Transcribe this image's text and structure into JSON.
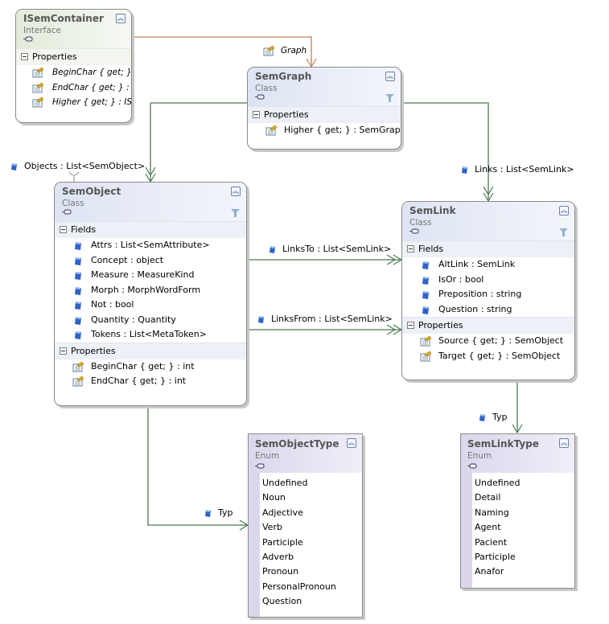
{
  "diagram": {
    "types": {
      "isemcontainer": {
        "name": "ISemContainer",
        "kind": "Interface",
        "sections": [
          {
            "label": "Properties",
            "members": [
              "BeginChar { get; }...",
              "EndChar { get; } : int",
              "Higher { get; } : ISe..."
            ]
          }
        ]
      },
      "semgraph": {
        "name": "SemGraph",
        "kind": "Class",
        "sections": [
          {
            "label": "Properties",
            "members": [
              "Higher { get; } : SemGraph"
            ]
          }
        ]
      },
      "semobject": {
        "name": "SemObject",
        "kind": "Class",
        "sections": [
          {
            "label": "Fields",
            "members": [
              "Attrs : List<SemAttribute>",
              "Concept : object",
              "Measure : MeasureKind",
              "Morph : MorphWordForm",
              "Not : bool",
              "Quantity : Quantity",
              "Tokens : List<MetaToken>"
            ]
          },
          {
            "label": "Properties",
            "members": [
              "BeginChar { get; } : int",
              "EndChar { get; } : int"
            ]
          }
        ]
      },
      "semlink": {
        "name": "SemLink",
        "kind": "Class",
        "sections": [
          {
            "label": "Fields",
            "members": [
              "AltLink : SemLink",
              "IsOr : bool",
              "Preposition : string",
              "Question : string"
            ]
          },
          {
            "label": "Properties",
            "members": [
              "Source { get; } : SemObject",
              "Target { get; } : SemObject"
            ]
          }
        ]
      },
      "semobjecttype": {
        "name": "SemObjectType",
        "kind": "Enum",
        "values": [
          "Undefined",
          "Noun",
          "Adjective",
          "Verb",
          "Participle",
          "Adverb",
          "Pronoun",
          "PersonalPronoun",
          "Question"
        ]
      },
      "semlinktype": {
        "name": "SemLinkType",
        "kind": "Enum",
        "values": [
          "Undefined",
          "Detail",
          "Naming",
          "Agent",
          "Pacient",
          "Participle",
          "Anafor"
        ]
      }
    },
    "associations": {
      "graph": "Graph",
      "objects": "Objects : List<SemObject>",
      "links": "Links : List<SemLink>",
      "links_to": "LinksTo : List<SemLink>",
      "links_from": "LinksFrom : List<SemLink>",
      "obj_typ": "Typ",
      "link_typ": "Typ"
    },
    "icons": {
      "collapse": "double-chevron-up-icon",
      "filter": "filter-icon",
      "lollipop": "interface-lollipop-icon",
      "field": "field-icon",
      "property": "property-icon",
      "section_toggle": "minus-box-icon"
    },
    "colors": {
      "inheritance_line": "#c0805a",
      "association_line": "#4a7a52",
      "class_header": "#dde4f2",
      "interface_header": "#e2ebda",
      "enum_header": "#dcd6ec"
    }
  }
}
